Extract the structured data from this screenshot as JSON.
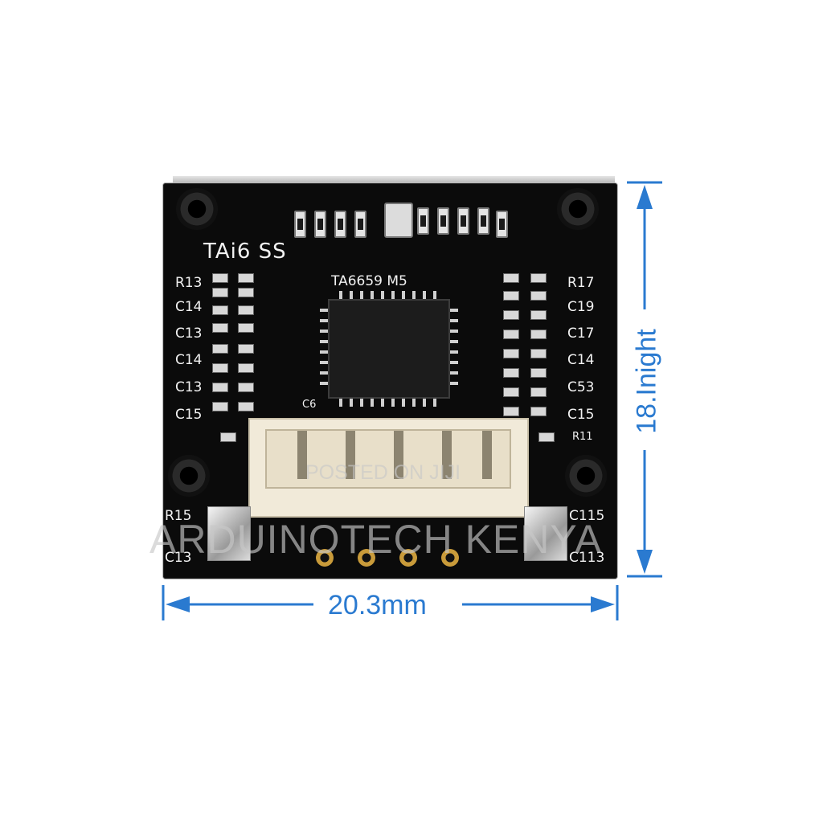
{
  "board": {
    "title_silk": "TAi6 SS",
    "chip_label": "TA6659 M5",
    "left_labels": [
      "R13",
      "C14",
      "C13",
      "C14",
      "C13",
      "C15"
    ],
    "right_labels": [
      "R17",
      "C19",
      "C17",
      "C14",
      "C53",
      "C15"
    ],
    "bottom_left_labels": [
      "R15",
      "C13"
    ],
    "bottom_right_labels": [
      "C115",
      "C113"
    ],
    "small_marks": [
      "C6",
      "R11"
    ]
  },
  "dimensions": {
    "width_label": "20.3mm",
    "height_label": "18.Inight",
    "color": "#2a7ad0"
  },
  "watermark": {
    "posted": "POSTED ON JIJI",
    "brand": "ARDUINOTECH KENYA"
  }
}
